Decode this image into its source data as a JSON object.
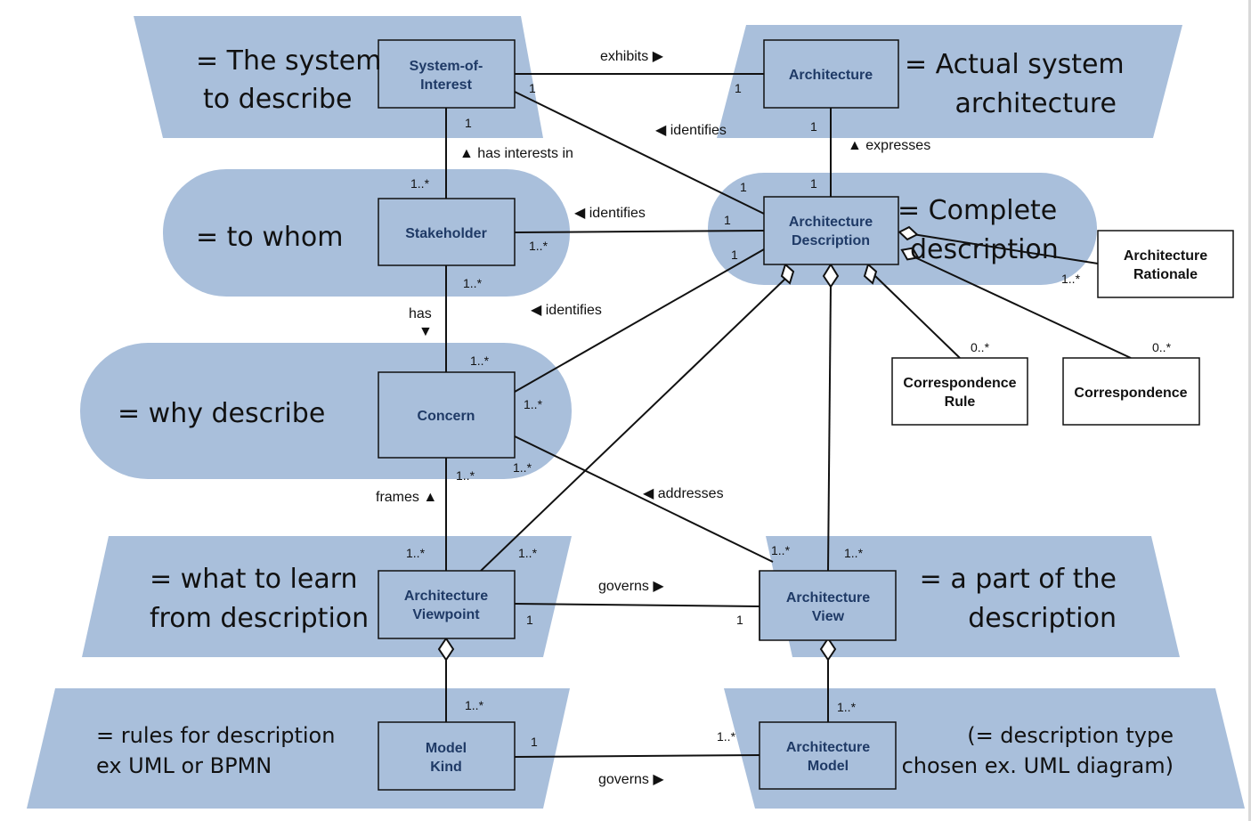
{
  "colors": {
    "blob": "#a9bfdb",
    "stroke": "#111111",
    "box_fill_on_blob": "#a9bfdb",
    "box_fill_plain": "#ffffff"
  },
  "annotations": {
    "system_1": "= The system",
    "system_2": "to describe",
    "architecture_1": "= Actual system",
    "architecture_2": "architecture",
    "stakeholder": "= to whom",
    "description_1": "=  Complete",
    "description_2": "description",
    "concern": "= why describe",
    "viewpoint_1": "= what to learn",
    "viewpoint_2": "from description",
    "view_1": "= a part of the",
    "view_2": "description",
    "modelkind_1": "= rules for description",
    "modelkind_2": "ex UML or BPMN",
    "model_1": "(= description type",
    "model_2": "chosen ex. UML diagram)"
  },
  "boxes": {
    "system_of_interest": [
      "System-of-",
      "Interest"
    ],
    "architecture": [
      "Architecture"
    ],
    "stakeholder": [
      "Stakeholder"
    ],
    "architecture_description": [
      "Architecture",
      "Description"
    ],
    "architecture_rationale": [
      "Architecture",
      "Rationale"
    ],
    "concern": [
      "Concern"
    ],
    "correspondence_rule": [
      "Correspondence",
      "Rule"
    ],
    "correspondence": [
      "Correspondence"
    ],
    "architecture_viewpoint": [
      "Architecture",
      "Viewpoint"
    ],
    "architecture_view": [
      "Architecture",
      "View"
    ],
    "model_kind": [
      "Model",
      "Kind"
    ],
    "architecture_model": [
      "Architecture",
      "Model"
    ]
  },
  "relations": {
    "exhibits": "exhibits ▶",
    "identifies_1": "◀ identifies",
    "expresses": "▲ expresses",
    "has_interests_in": "▲ has interests in",
    "identifies_2": "◀ identifies",
    "identifies_3": "◀ identifies",
    "has": "has",
    "has_arrow": "▼",
    "frames": "frames ▲",
    "addresses": "◀ addresses",
    "governs_1": "governs ▶",
    "governs_2": "governs ▶"
  },
  "multiplicities": {
    "soi_arch_soi": "1",
    "soi_arch_arch": "1",
    "soi_stake_soi": "1",
    "soi_stake_stake": "1..*",
    "arch_ad_arch": "1",
    "arch_ad_ad": "1",
    "soi_ad_ad": "1",
    "stake_ad_stake": "1..*",
    "stake_ad_ad": "1",
    "stake_concern_stake": "1..*",
    "stake_concern_concern": "1..*",
    "concern_ad_concern": "1..*",
    "concern_ad_ad": "1",
    "ad_rationale": "1..*",
    "ad_corrrule": "0..*",
    "ad_corr": "0..*",
    "concern_vp_concern": "1..*",
    "concern_view_concern": "1..*",
    "vp_top_1": "1..*",
    "vp_top_2": "1..*",
    "view_top_1": "1..*",
    "view_top_2": "1..*",
    "vp_view_vp": "1",
    "vp_view_view": "1",
    "vp_mk": "1..*",
    "view_model": "1..*",
    "mk_model_mk": "1",
    "mk_model_model": "1..*"
  }
}
